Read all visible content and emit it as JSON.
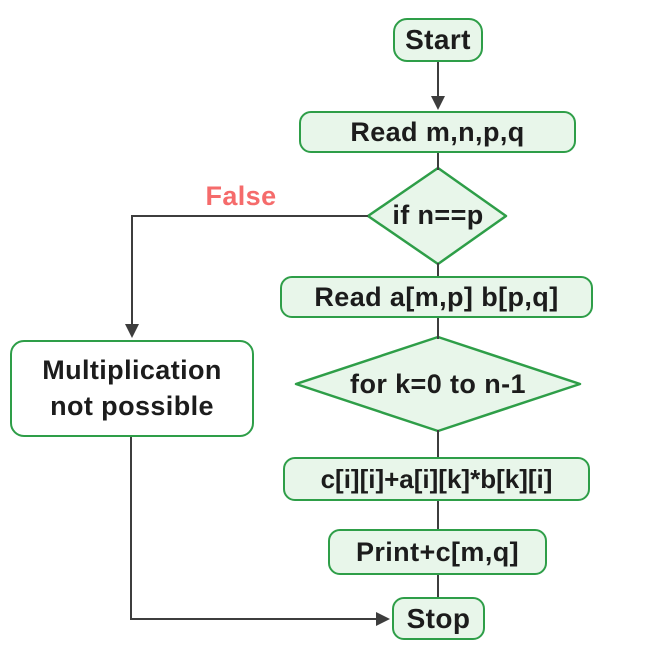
{
  "colors": {
    "node_fill": "#e8f6ea",
    "node_border": "#2e9e48",
    "white_fill": "#ffffff",
    "connector": "#3d3d3d",
    "text": "#1c1c1c",
    "false_label": "#f56b6b"
  },
  "nodes": {
    "start": {
      "label": "Start",
      "type": "terminator"
    },
    "read_inputs": {
      "label": "Read m,n,p,q",
      "type": "process"
    },
    "check": {
      "label": "if n==p",
      "type": "decision"
    },
    "read_matrices": {
      "label": "Read a[m,p] b[p,q]",
      "type": "process"
    },
    "loop": {
      "label": "for k=0 to n-1",
      "type": "decision"
    },
    "compute": {
      "label": "c[i][i]+a[i][k]*b[k][i]",
      "type": "process"
    },
    "print": {
      "label": "Print+c[m,q]",
      "type": "process"
    },
    "stop": {
      "label": "Stop",
      "type": "terminator"
    },
    "not_possible": {
      "label": "Multiplication not possible",
      "type": "process"
    }
  },
  "edge_labels": {
    "false": "False"
  }
}
